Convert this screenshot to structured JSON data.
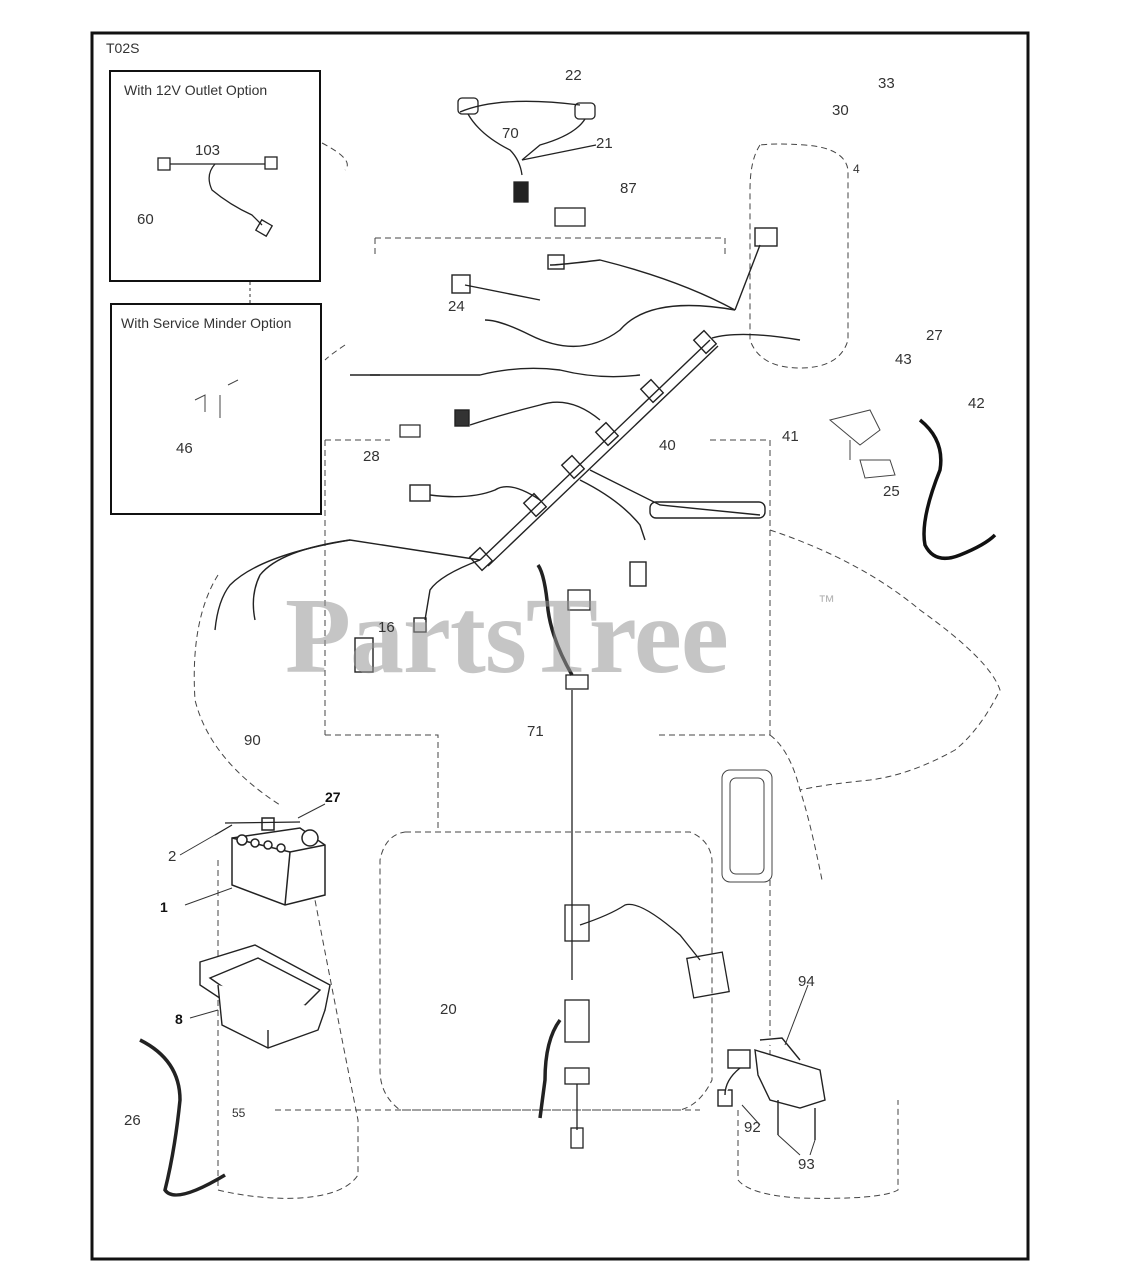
{
  "diagram": {
    "code": "T02S",
    "insets": {
      "outlet": {
        "title": "With 12V Outlet Option"
      },
      "minder": {
        "title": "With Service Minder Option"
      }
    },
    "watermark": {
      "brand": "PartsTree",
      "trademark": "™"
    },
    "labels": {
      "l22": "22",
      "l33": "33",
      "l30": "30",
      "l70": "70",
      "l21": "21",
      "l87": "87",
      "l4": "4",
      "l103": "103",
      "l60": "60",
      "l24": "24",
      "l27a": "27",
      "l43": "43",
      "l46": "46",
      "l28": "28",
      "l40": "40",
      "l41": "41",
      "l42": "42",
      "l25": "25",
      "l16": "16",
      "l71": "71",
      "l90": "90",
      "l27b": "27",
      "l2": "2",
      "l1": "1",
      "l8": "8",
      "l20": "20",
      "l94": "94",
      "l93": "93",
      "l92": "92",
      "l55": "55",
      "l26": "26"
    }
  }
}
